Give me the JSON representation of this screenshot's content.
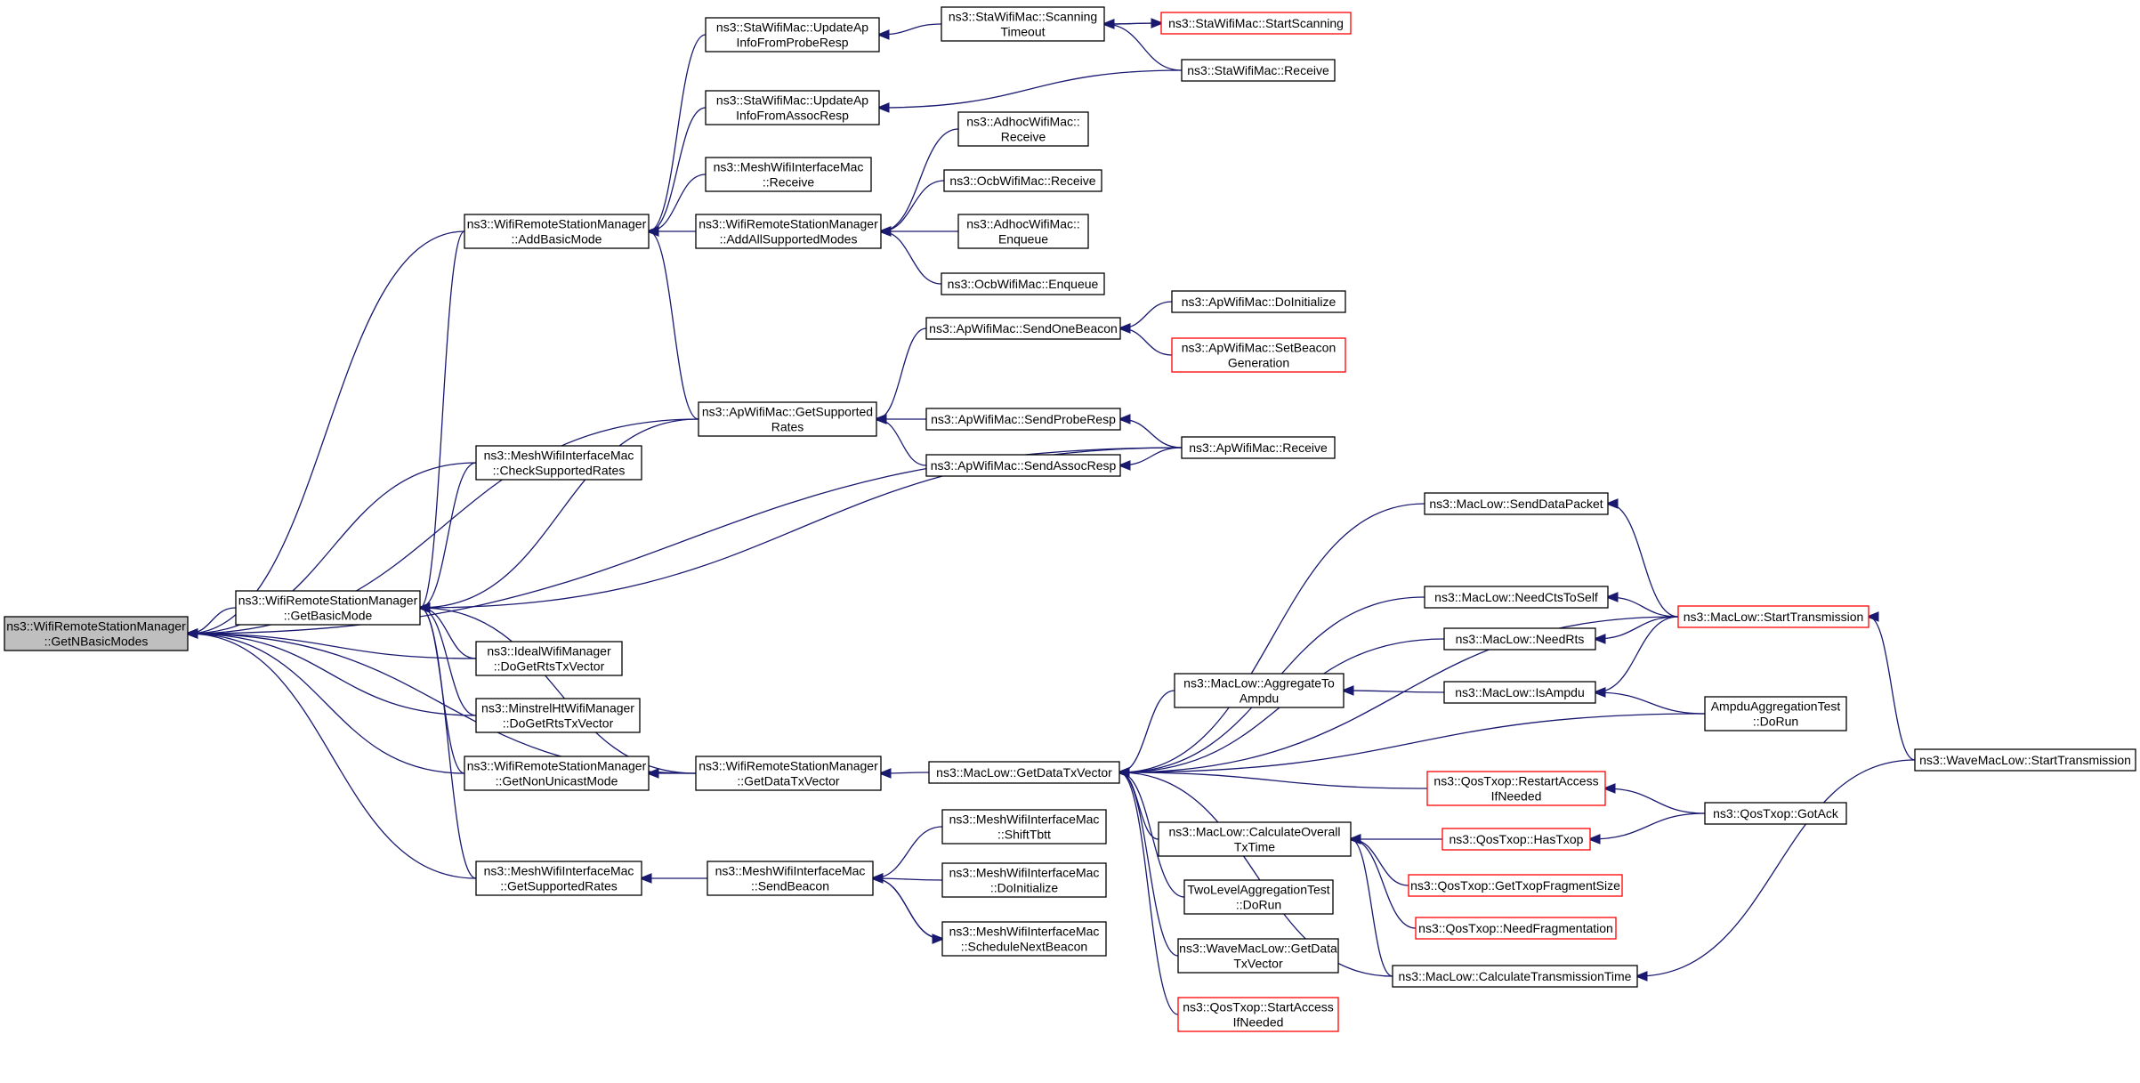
{
  "colors": {
    "edge": "#191970",
    "node_border": "#000000",
    "highlight_border": "#ff0000",
    "focus_fill": "#bfbfbf",
    "background": "#ffffff"
  },
  "graph": {
    "focus": "getnbasicmodes",
    "nodes": [
      {
        "id": "getnbasicmodes",
        "lines": [
          "ns3::WifiRemoteStationManager",
          "::GetNBasicModes"
        ],
        "focus": true
      },
      {
        "id": "addbasicmode",
        "lines": [
          "ns3::WifiRemoteStationManager",
          "::AddBasicMode"
        ]
      },
      {
        "id": "getbasicmode",
        "lines": [
          "ns3::WifiRemoteStationManager",
          "::GetBasicMode"
        ]
      },
      {
        "id": "checksupportedrates",
        "lines": [
          "ns3::MeshWifiInterfaceMac",
          "::CheckSupportedRates"
        ]
      },
      {
        "id": "idealgetrts",
        "lines": [
          "ns3::IdealWifiManager",
          "::DoGetRtsTxVector"
        ]
      },
      {
        "id": "minstrelgetrts",
        "lines": [
          "ns3::MinstrelHtWifiManager",
          "::DoGetRtsTxVector"
        ]
      },
      {
        "id": "getnonunicastmode",
        "lines": [
          "ns3::WifiRemoteStationManager",
          "::GetNonUnicastMode"
        ]
      },
      {
        "id": "meshgetsupportedrates",
        "lines": [
          "ns3::MeshWifiInterfaceMac",
          "::GetSupportedRates"
        ]
      },
      {
        "id": "staupdateprobe",
        "lines": [
          "ns3::StaWifiMac::UpdateAp",
          "InfoFromProbeResp"
        ]
      },
      {
        "id": "staupdateassoc",
        "lines": [
          "ns3::StaWifiMac::UpdateAp",
          "InfoFromAssocResp"
        ]
      },
      {
        "id": "meshreceive",
        "lines": [
          "ns3::MeshWifiInterfaceMac",
          "::Receive"
        ]
      },
      {
        "id": "addallsupportedmodes",
        "lines": [
          "ns3::WifiRemoteStationManager",
          "::AddAllSupportedModes"
        ]
      },
      {
        "id": "apgetsupportedrates",
        "lines": [
          "ns3::ApWifiMac::GetSupported",
          "Rates"
        ]
      },
      {
        "id": "getdatatxvector",
        "lines": [
          "ns3::WifiRemoteStationManager",
          "::GetDataTxVector"
        ]
      },
      {
        "id": "meshsendbeacon",
        "lines": [
          "ns3::MeshWifiInterfaceMac",
          "::SendBeacon"
        ]
      },
      {
        "id": "stascanningtimeout",
        "lines": [
          "ns3::StaWifiMac::Scanning",
          "Timeout"
        ]
      },
      {
        "id": "adhocreceive",
        "lines": [
          "ns3::AdhocWifiMac::",
          "Receive"
        ]
      },
      {
        "id": "ocbreceive",
        "lines": [
          "ns3::OcbWifiMac::Receive"
        ]
      },
      {
        "id": "adhocenqueue",
        "lines": [
          "ns3::AdhocWifiMac::",
          "Enqueue"
        ]
      },
      {
        "id": "ocbenqueue",
        "lines": [
          "ns3::OcbWifiMac::Enqueue"
        ]
      },
      {
        "id": "apsendonebeacon",
        "lines": [
          "ns3::ApWifiMac::SendOneBeacon"
        ]
      },
      {
        "id": "apsendproberesp",
        "lines": [
          "ns3::ApWifiMac::SendProbeResp"
        ]
      },
      {
        "id": "apsendassocresp",
        "lines": [
          "ns3::ApWifiMac::SendAssocResp"
        ]
      },
      {
        "id": "maclowgetdatatx",
        "lines": [
          "ns3::MacLow::GetDataTxVector"
        ]
      },
      {
        "id": "meshshifttbtt",
        "lines": [
          "ns3::MeshWifiInterfaceMac",
          "::ShiftTbtt"
        ]
      },
      {
        "id": "meshdoinitialize",
        "lines": [
          "ns3::MeshWifiInterfaceMac",
          "::DoInitialize"
        ]
      },
      {
        "id": "meshschedulenext",
        "lines": [
          "ns3::MeshWifiInterfaceMac",
          "::ScheduleNextBeacon"
        ]
      },
      {
        "id": "stastartscanning",
        "lines": [
          "ns3::StaWifiMac::StartScanning"
        ],
        "red": true
      },
      {
        "id": "stareceive",
        "lines": [
          "ns3::StaWifiMac::Receive"
        ]
      },
      {
        "id": "apdoinitialize",
        "lines": [
          "ns3::ApWifiMac::DoInitialize"
        ]
      },
      {
        "id": "apsetbeacongen",
        "lines": [
          "ns3::ApWifiMac::SetBeacon",
          "Generation"
        ],
        "red": true
      },
      {
        "id": "apreceive",
        "lines": [
          "ns3::ApWifiMac::Receive"
        ]
      },
      {
        "id": "aggregatetoampdu",
        "lines": [
          "ns3::MacLow::AggregateTo",
          "Ampdu"
        ]
      },
      {
        "id": "calcoveralltx",
        "lines": [
          "ns3::MacLow::CalculateOverall",
          "TxTime"
        ]
      },
      {
        "id": "twolevelaggr",
        "lines": [
          "TwoLevelAggregationTest",
          "::DoRun"
        ]
      },
      {
        "id": "wavegetdatatx",
        "lines": [
          "ns3::WaveMacLow::GetData",
          "TxVector"
        ]
      },
      {
        "id": "qosstartaccess",
        "lines": [
          "ns3::QosTxop::StartAccess",
          "IfNeeded"
        ],
        "red": true
      },
      {
        "id": "sendsdatapacket",
        "lines": [
          "ns3::MacLow::SendDataPacket"
        ]
      },
      {
        "id": "needctstoself",
        "lines": [
          "ns3::MacLow::NeedCtsToSelf"
        ]
      },
      {
        "id": "needrts",
        "lines": [
          "ns3::MacLow::NeedRts"
        ]
      },
      {
        "id": "isampdu",
        "lines": [
          "ns3::MacLow::IsAmpdu"
        ]
      },
      {
        "id": "qosrestartaccess",
        "lines": [
          "ns3::QosTxop::RestartAccess",
          "IfNeeded"
        ],
        "red": true
      },
      {
        "id": "qoshastxop",
        "lines": [
          "ns3::QosTxop::HasTxop"
        ],
        "red": true
      },
      {
        "id": "qosgetfragsize",
        "lines": [
          "ns3::QosTxop::GetTxopFragmentSize"
        ],
        "red": true
      },
      {
        "id": "qosneedfrag",
        "lines": [
          "ns3::QosTxop::NeedFragmentation"
        ],
        "red": true
      },
      {
        "id": "calctransmissiontime",
        "lines": [
          "ns3::MacLow::CalculateTransmissionTime"
        ]
      },
      {
        "id": "maclowstarttx",
        "lines": [
          "ns3::MacLow::StartTransmission"
        ],
        "red": true
      },
      {
        "id": "ampduaggrtest",
        "lines": [
          "AmpduAggregationTest",
          "::DoRun"
        ]
      },
      {
        "id": "qosgotack",
        "lines": [
          "ns3::QosTxop::GotAck"
        ]
      },
      {
        "id": "wavestarttx",
        "lines": [
          "ns3::WaveMacLow::StartTransmission"
        ]
      }
    ],
    "edges": [
      [
        "getnbasicmodes",
        "addbasicmode"
      ],
      [
        "getnbasicmodes",
        "getbasicmode"
      ],
      [
        "getnbasicmodes",
        "checksupportedrates"
      ],
      [
        "getnbasicmodes",
        "idealgetrts"
      ],
      [
        "getnbasicmodes",
        "minstrelgetrts"
      ],
      [
        "getnbasicmodes",
        "getnonunicastmode"
      ],
      [
        "getnbasicmodes",
        "meshgetsupportedrates"
      ],
      [
        "getnbasicmodes",
        "apgetsupportedrates"
      ],
      [
        "getnbasicmodes",
        "getdatatxvector"
      ],
      [
        "getnbasicmodes",
        "apreceive"
      ],
      [
        "addbasicmode",
        "staupdateprobe"
      ],
      [
        "addbasicmode",
        "staupdateassoc"
      ],
      [
        "addbasicmode",
        "meshreceive"
      ],
      [
        "addbasicmode",
        "addallsupportedmodes"
      ],
      [
        "addbasicmode",
        "apgetsupportedrates"
      ],
      [
        "getbasicmode",
        "addbasicmode"
      ],
      [
        "getbasicmode",
        "checksupportedrates"
      ],
      [
        "getbasicmode",
        "idealgetrts"
      ],
      [
        "getbasicmode",
        "minstrelgetrts"
      ],
      [
        "getbasicmode",
        "getnonunicastmode"
      ],
      [
        "getbasicmode",
        "meshgetsupportedrates"
      ],
      [
        "getbasicmode",
        "apgetsupportedrates"
      ],
      [
        "getbasicmode",
        "getdatatxvector"
      ],
      [
        "getbasicmode",
        "apreceive"
      ],
      [
        "addallsupportedmodes",
        "adhocreceive"
      ],
      [
        "addallsupportedmodes",
        "ocbreceive"
      ],
      [
        "addallsupportedmodes",
        "adhocenqueue"
      ],
      [
        "addallsupportedmodes",
        "ocbenqueue"
      ],
      [
        "staupdateprobe",
        "stascanningtimeout"
      ],
      [
        "staupdateassoc",
        "stareceive"
      ],
      [
        "stascanningtimeout",
        "stastartscanning"
      ],
      [
        "stascanningtimeout",
        "stareceive"
      ],
      [
        "stastartscanning",
        "stascanningtimeout"
      ],
      [
        "apgetsupportedrates",
        "apsendonebeacon"
      ],
      [
        "apgetsupportedrates",
        "apsendproberesp"
      ],
      [
        "apgetsupportedrates",
        "apsendassocresp"
      ],
      [
        "apsendonebeacon",
        "apdoinitialize"
      ],
      [
        "apsendonebeacon",
        "apsetbeacongen"
      ],
      [
        "apsendproberesp",
        "apreceive"
      ],
      [
        "apsendassocresp",
        "apreceive"
      ],
      [
        "getnonunicastmode",
        "getdatatxvector"
      ],
      [
        "getdatatxvector",
        "maclowgetdatatx"
      ],
      [
        "meshgetsupportedrates",
        "meshsendbeacon"
      ],
      [
        "meshsendbeacon",
        "meshshifttbtt"
      ],
      [
        "meshsendbeacon",
        "meshdoinitialize"
      ],
      [
        "meshsendbeacon",
        "meshschedulenext"
      ],
      [
        "meshschedulenext",
        "meshsendbeacon"
      ],
      [
        "maclowgetdatatx",
        "sendsdatapacket"
      ],
      [
        "maclowgetdatatx",
        "maclowstarttx"
      ],
      [
        "maclowgetdatatx",
        "needctstoself"
      ],
      [
        "maclowgetdatatx",
        "needrts"
      ],
      [
        "maclowgetdatatx",
        "aggregatetoampdu"
      ],
      [
        "maclowgetdatatx",
        "ampduaggrtest"
      ],
      [
        "maclowgetdatatx",
        "qosrestartaccess"
      ],
      [
        "maclowgetdatatx",
        "calcoveralltx"
      ],
      [
        "maclowgetdatatx",
        "twolevelaggr"
      ],
      [
        "maclowgetdatatx",
        "wavegetdatatx"
      ],
      [
        "maclowgetdatatx",
        "qosstartaccess"
      ],
      [
        "maclowgetdatatx",
        "calctransmissiontime"
      ],
      [
        "sendsdatapacket",
        "maclowstarttx"
      ],
      [
        "needctstoself",
        "maclowstarttx"
      ],
      [
        "needrts",
        "maclowstarttx"
      ],
      [
        "aggregatetoampdu",
        "isampdu"
      ],
      [
        "isampdu",
        "maclowstarttx"
      ],
      [
        "isampdu",
        "ampduaggrtest"
      ],
      [
        "qosrestartaccess",
        "qosgotack"
      ],
      [
        "qoshastxop",
        "qosgotack"
      ],
      [
        "calcoveralltx",
        "qoshastxop"
      ],
      [
        "calcoveralltx",
        "qosgetfragsize"
      ],
      [
        "calcoveralltx",
        "qosneedfrag"
      ],
      [
        "calcoveralltx",
        "calctransmissiontime"
      ],
      [
        "calctransmissiontime",
        "wavestarttx"
      ],
      [
        "maclowstarttx",
        "wavestarttx"
      ]
    ]
  }
}
